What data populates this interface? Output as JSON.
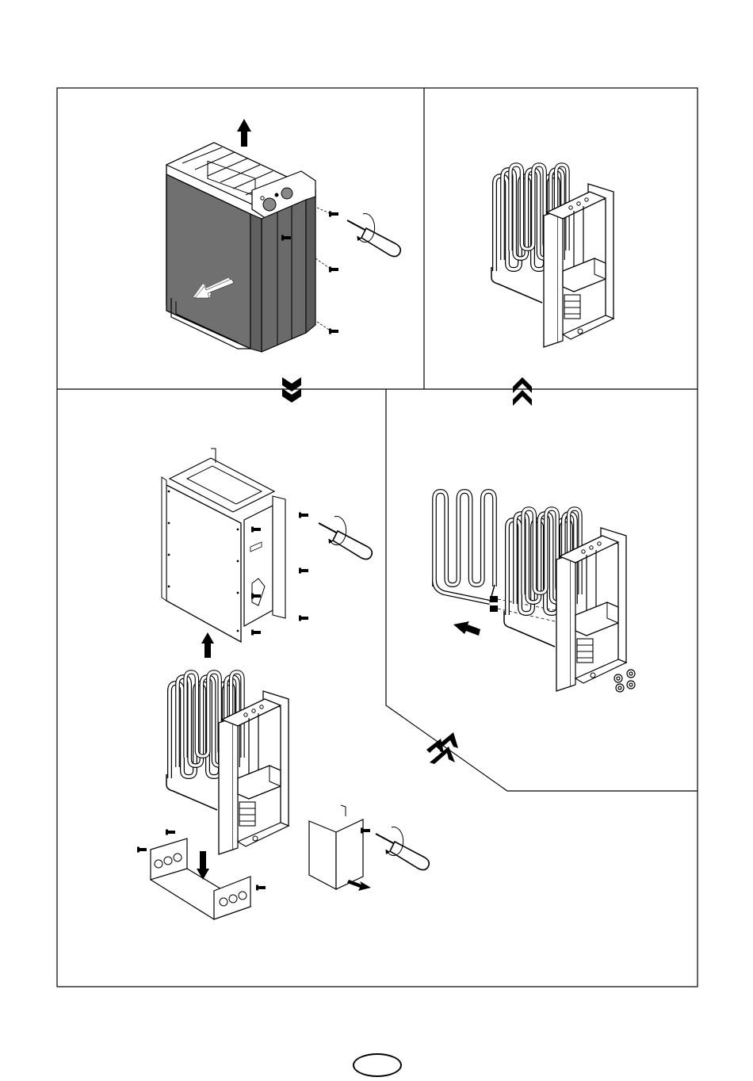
{
  "page": {
    "language_badge": ""
  },
  "figure": {
    "panels": [
      {
        "id": "step-1",
        "caption": "",
        "description_icon": "remove-outer-casing"
      },
      {
        "id": "step-2",
        "caption": "",
        "description_icon": "element-frame-assembly"
      },
      {
        "id": "step-3",
        "caption": "",
        "description_icon": "dismantle-frame-and-covers"
      },
      {
        "id": "step-4",
        "caption": "",
        "description_icon": "replace-heating-element"
      }
    ],
    "flow_arrows": [
      "down-chevron",
      "up-chevron",
      "up-right-chevron"
    ]
  },
  "colors": {
    "ink": "#000000",
    "casing": "#707070",
    "paper": "#ffffff"
  }
}
